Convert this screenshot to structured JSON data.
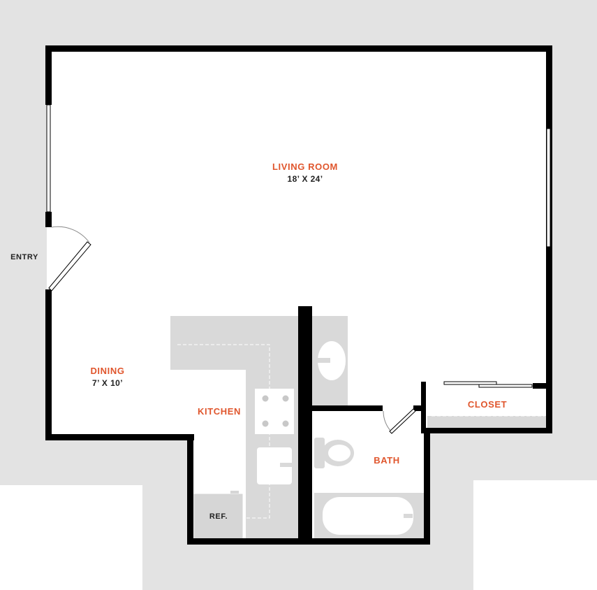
{
  "colors": {
    "wall": "#000000",
    "exterior": "#e3e3e3",
    "fixture": "#d9d9d9",
    "floor": "#ffffff",
    "room_label": "#e0562d",
    "text": "#222222"
  },
  "labels": {
    "living_room": "LIVING ROOM",
    "living_room_dim": "18’ X 24’",
    "dining": "DINING",
    "dining_dim": "7’ X 10’",
    "kitchen": "KITCHEN",
    "bath": "BATH",
    "closet": "CLOSET",
    "entry": "ENTRY",
    "ref": "REF."
  }
}
